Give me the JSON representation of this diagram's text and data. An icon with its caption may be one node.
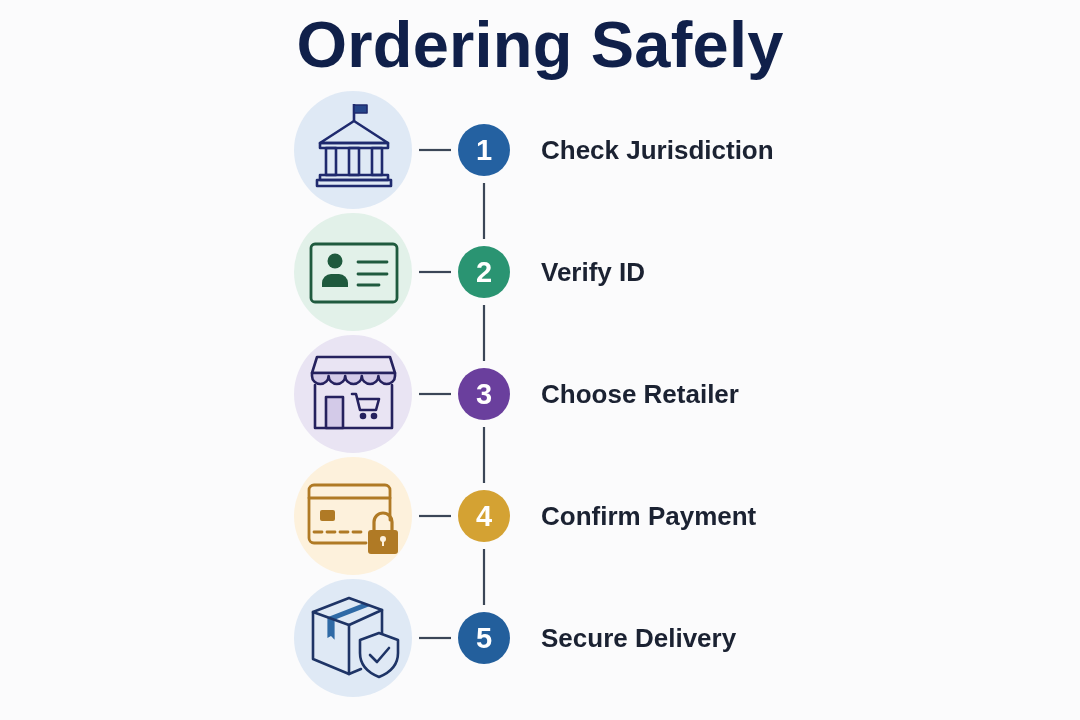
{
  "diagram": {
    "title": "Ordering Safely",
    "nodes": [
      {
        "text": [],
        "shape": "picture"
      },
      {
        "text": [
          "1"
        ],
        "beside": [
          "Check Jurisdiction"
        ]
      },
      {
        "text": [],
        "shape": "picture"
      },
      {
        "text": [
          "2"
        ],
        "beside": [
          "Verify ID"
        ]
      },
      {
        "text": [],
        "shape": "picture"
      },
      {
        "text": [
          "3"
        ],
        "beside": [
          "Choose Retailer"
        ]
      },
      {
        "text": [],
        "shape": "picture"
      },
      {
        "text": [
          "4"
        ],
        "beside": [
          "Confirm Payment"
        ]
      },
      {
        "text": [],
        "shape": "picture"
      },
      {
        "text": [
          "5"
        ],
        "beside": [
          "Secure Delivery"
        ]
      }
    ],
    "edges": [
      {
        "from": 0,
        "to": 1,
        "arrow": "none"
      },
      {
        "from": 1,
        "to": 3,
        "arrow": "none"
      },
      {
        "from": 2,
        "to": 3,
        "arrow": "none"
      },
      {
        "from": 3,
        "to": 5,
        "arrow": "none"
      },
      {
        "from": 4,
        "to": 5,
        "arrow": "none"
      },
      {
        "from": 5,
        "to": 7,
        "arrow": "none"
      },
      {
        "from": 6,
        "to": 7,
        "arrow": "none"
      },
      {
        "from": 7,
        "to": 9,
        "arrow": "none"
      },
      {
        "from": 8,
        "to": 9,
        "arrow": "none"
      }
    ]
  }
}
